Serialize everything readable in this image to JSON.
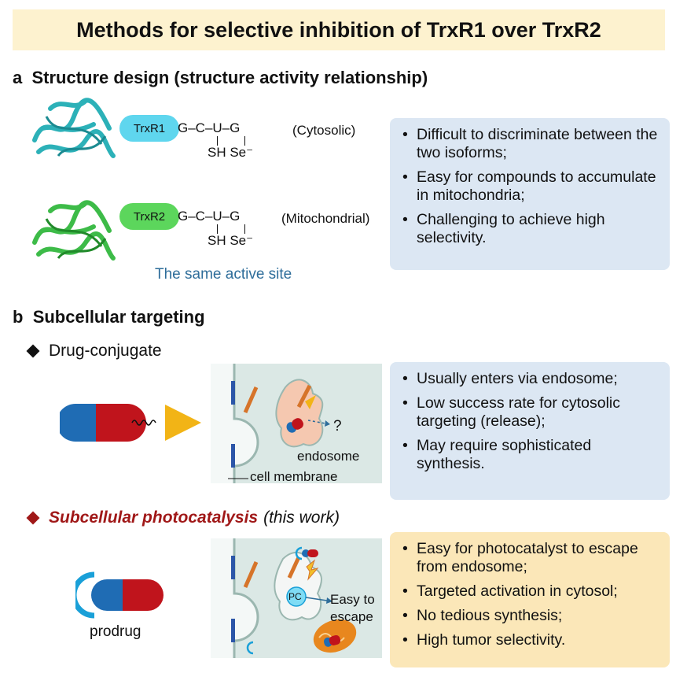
{
  "title": "Methods for selective inhibition of TrxR1 over TrxR2",
  "section_a": {
    "letter": "a",
    "title": "Structure design (structure activity relationship)"
  },
  "trxr1": {
    "name": "TrxR1",
    "seq": "G–C–U–G",
    "thiols": "SH Se⁻",
    "location": "(Cytosolic)"
  },
  "trxr2": {
    "name": "TrxR2",
    "seq": "G–C–U–G",
    "thiols": "SH Se⁻",
    "location": "(Mitochondrial)"
  },
  "same_site": "The same active site",
  "box_a": [
    "Difficult to discriminate between the two isoforms;",
    "Easy for compounds to accumulate in mitochondria;",
    "Challenging to achieve high selectivity."
  ],
  "section_b": {
    "letter": "b",
    "title": "Subcellular targeting"
  },
  "drug_conjugate": "Drug-conjugate",
  "endosome_label": "endosome",
  "membrane_label": "cell membrane",
  "question": "?",
  "box_b1": [
    "Usually enters via endosome;",
    "Low success rate for cytosolic targeting (release);",
    "May require sophisticated synthesis."
  ],
  "photocatalysis": {
    "head": "Subcellular photocatalysis",
    "note": "(this work)"
  },
  "prodrug_label": "prodrug",
  "pc_label": "PC",
  "escape_label_1": "Easy to",
  "escape_label_2": "escape",
  "box_b2": [
    "Easy for photocatalyst to escape from endosome;",
    "Targeted activation in cytosol;",
    "No tedious synthesis;",
    "High tumor selectivity."
  ],
  "colors": {
    "title_bg": "#fdf2cf",
    "blue_box": "#dce7f3",
    "yellow_box": "#fbe7b8",
    "drug_blue": "#1f6cb4",
    "drug_red": "#c0141c",
    "accent_red": "#a01818"
  }
}
